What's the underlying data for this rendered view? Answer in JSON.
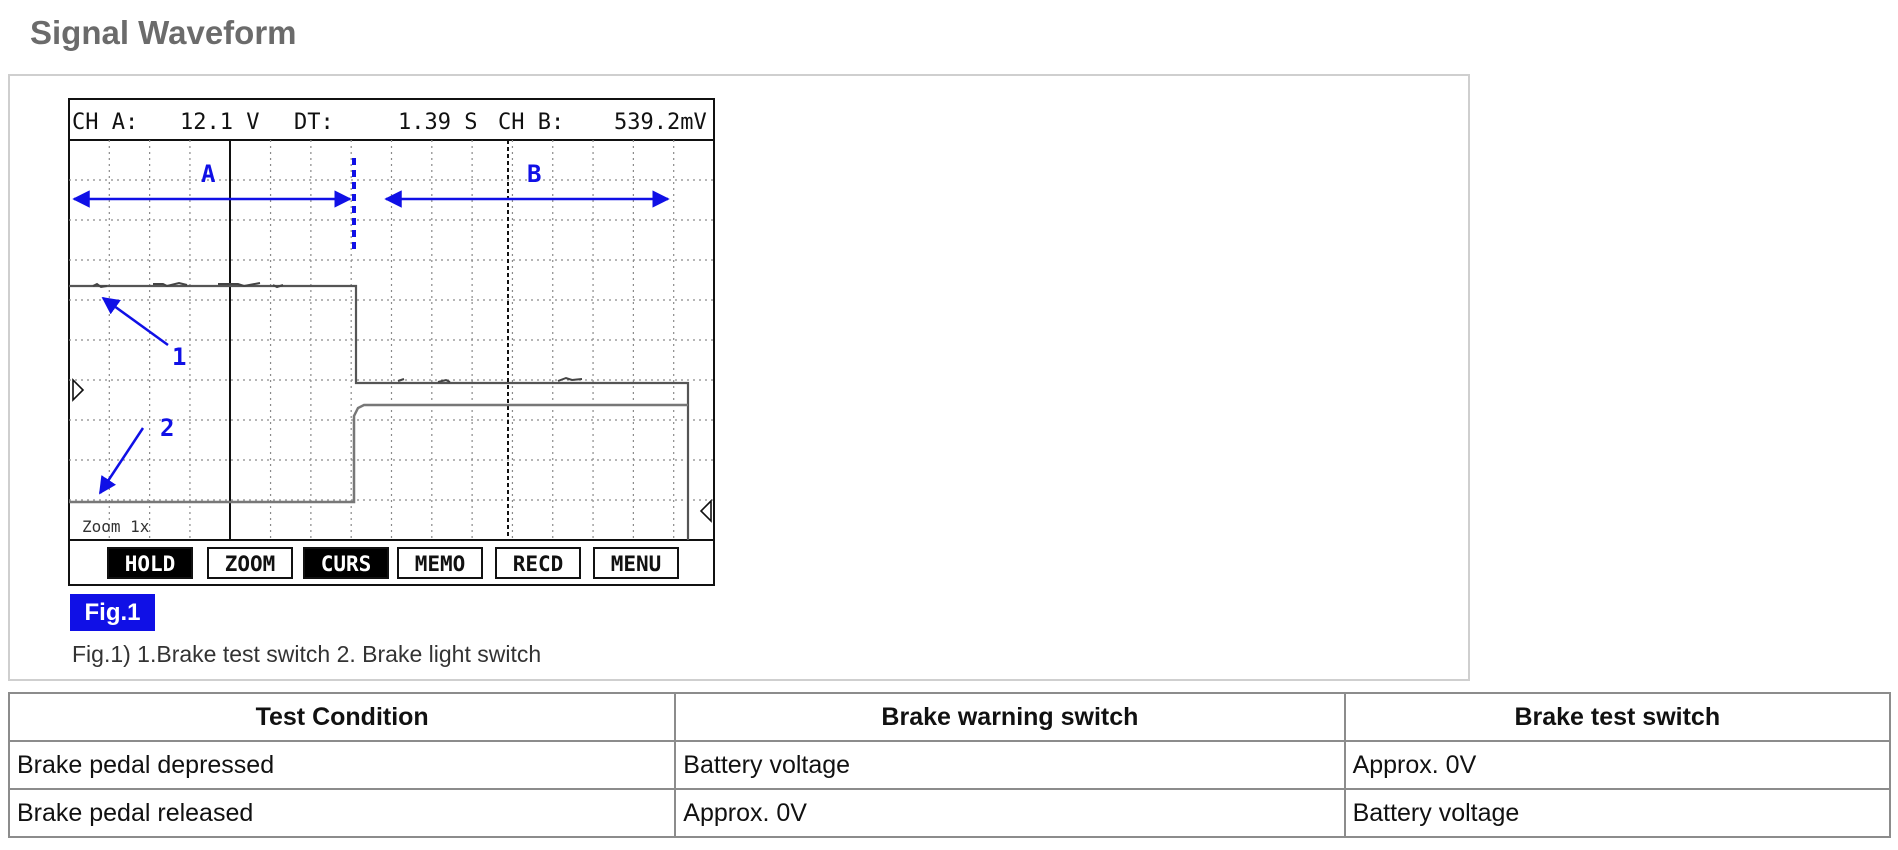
{
  "page": {
    "title": "Signal Waveform"
  },
  "figure": {
    "readout": {
      "ch_a_label": "CH A:",
      "ch_a_value": "12.1 V",
      "dt_label": "DT:",
      "dt_value": "1.39 S",
      "ch_b_label": "CH B:",
      "ch_b_value": "539.2mV"
    },
    "zoom": "Zoom 1x",
    "markers": {
      "a": "A",
      "b": "B",
      "one": "1",
      "two": "2"
    },
    "buttons": [
      {
        "label": "HOLD",
        "active": true
      },
      {
        "label": "ZOOM",
        "active": false
      },
      {
        "label": "CURS",
        "active": true
      },
      {
        "label": "MEMO",
        "active": false
      },
      {
        "label": "RECD",
        "active": false
      },
      {
        "label": "MENU",
        "active": false
      }
    ],
    "label": "Fig.1",
    "caption": "Fig.1) 1.Brake test switch 2. Brake light switch"
  },
  "table": {
    "headers": [
      "Test Condition",
      "Brake warning switch",
      "Brake test switch"
    ],
    "rows": [
      [
        "Brake pedal depressed",
        "Battery voltage",
        "Approx. 0V"
      ],
      [
        "Brake pedal released",
        "Approx. 0V",
        "Battery voltage"
      ]
    ]
  },
  "colors": {
    "annotation": "#1010e6",
    "heading": "#6b6b6b"
  }
}
